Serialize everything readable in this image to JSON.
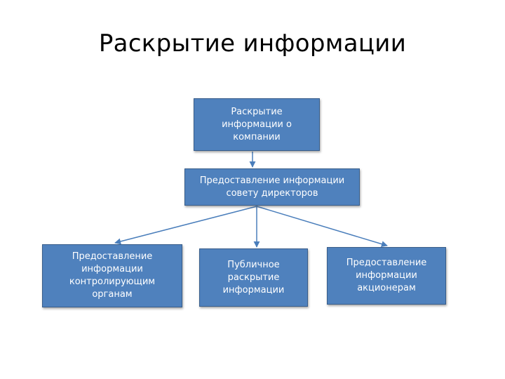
{
  "title": "Раскрытие информации",
  "nodes": {
    "company": "Раскрытие\nинформации о\nкомпании",
    "board": "Предоставление информации\nсовету директоров",
    "control": "Предоставление\nинформации\nконтролирующим\nорганам",
    "public": "Публичное\nраскрытие\nинформации",
    "holders": "Предоставление\nинформации\nакционерам"
  },
  "colors": {
    "box_fill": "#4f81bd",
    "box_border": "#385d8a",
    "connector": "#4a7ebb",
    "text": "#ffffff"
  }
}
